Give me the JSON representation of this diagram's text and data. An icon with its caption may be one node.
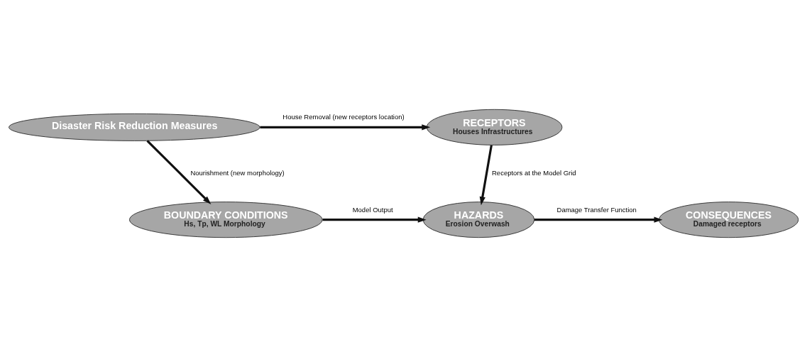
{
  "diagram": {
    "nodes": [
      {
        "text": [
          "Disaster Risk Reduction Measures"
        ]
      },
      {
        "text": [
          "RECEPTORS",
          "Houses Infrastructures"
        ]
      },
      {
        "text": [
          "BOUNDARY CONDITIONS",
          "Hs, Tp, WL Morphology"
        ]
      },
      {
        "text": [
          "HAZARDS",
          "Erosion Overwash"
        ]
      },
      {
        "text": [
          "CONSEQUENCES",
          "Damaged receptors"
        ]
      }
    ],
    "edges": [
      {
        "from": 0,
        "to": 1,
        "arrow": "to",
        "label": "House Removal (new receptors location)"
      },
      {
        "from": 0,
        "to": 2,
        "arrow": "to",
        "label": "Nourishment (new morphology)"
      },
      {
        "from": 1,
        "to": 3,
        "arrow": "to",
        "label": "Receptors at the Model Grid"
      },
      {
        "from": 2,
        "to": 3,
        "arrow": "to",
        "label": "Model Output"
      },
      {
        "from": 3,
        "to": 4,
        "arrow": "to",
        "label": "Damage Transfer Function"
      }
    ]
  }
}
